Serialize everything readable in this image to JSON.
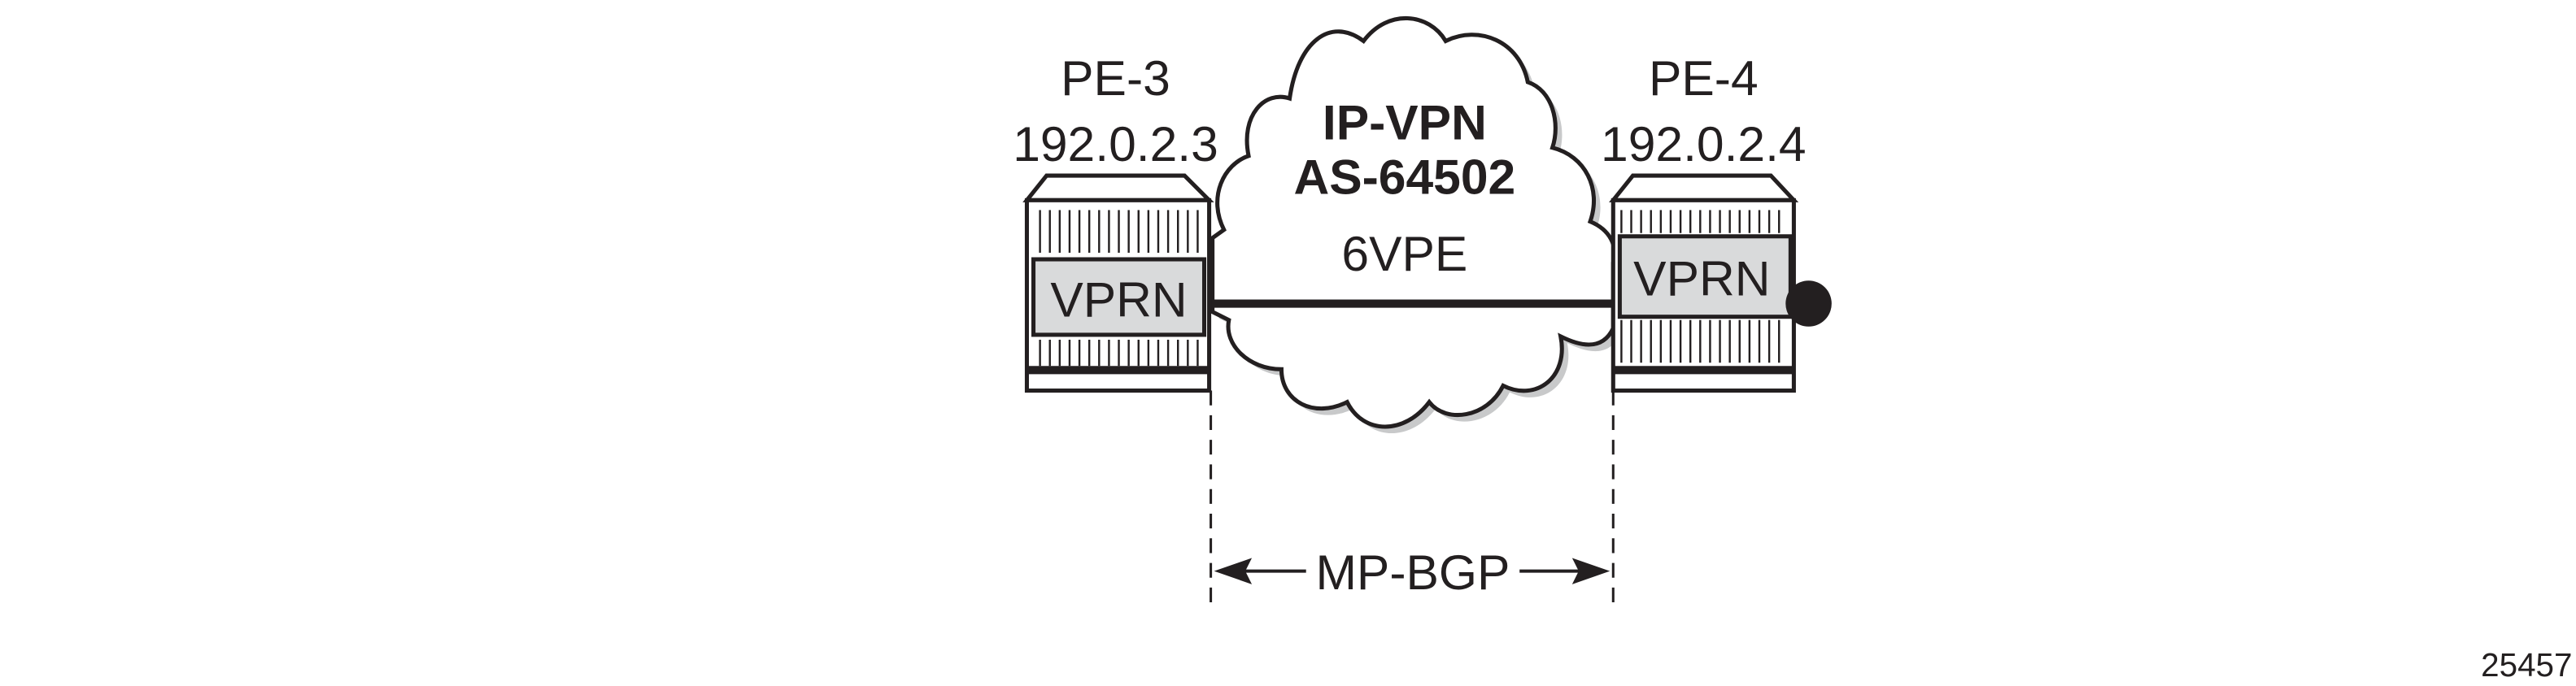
{
  "pe3": {
    "name": "PE-3",
    "ip": "192.0.2.3",
    "service": "VPRN"
  },
  "pe4": {
    "name": "PE-4",
    "ip": "192.0.2.4",
    "service": "VPRN"
  },
  "cloud": {
    "line1": "IP-VPN",
    "line2": "AS-64502"
  },
  "link_label": "6VPE",
  "protocol_label": "MP-BGP",
  "figure_id": "25457",
  "colors": {
    "stroke": "#231f20",
    "vprn_fill": "#d9dadb",
    "shadow": "#c8c9ca"
  }
}
